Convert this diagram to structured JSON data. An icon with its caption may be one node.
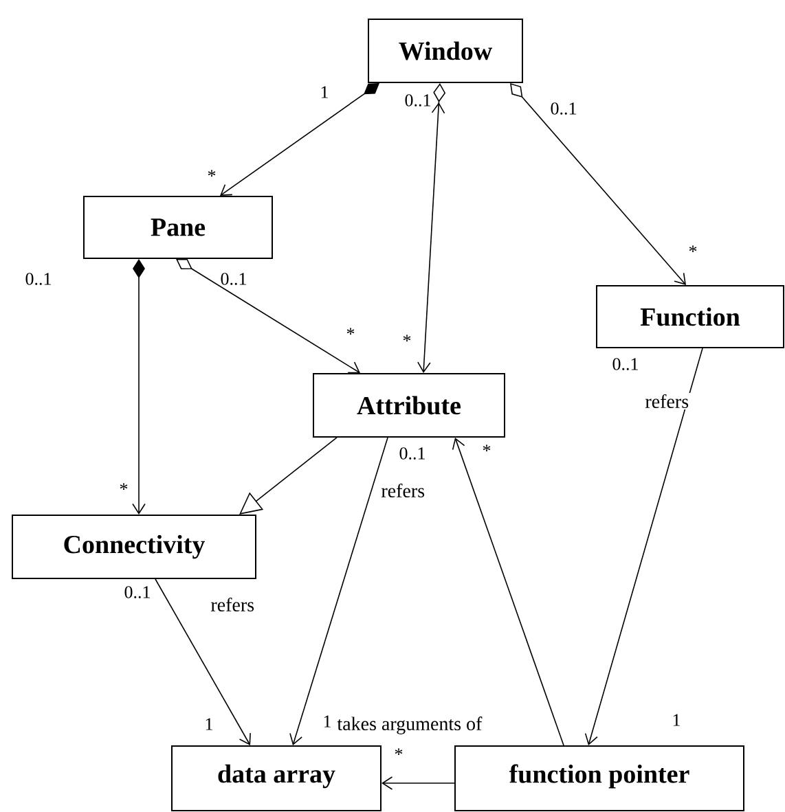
{
  "diagram": {
    "nodes": [
      {
        "text": [
          "Window"
        ]
      },
      {
        "text": [
          "Pane"
        ]
      },
      {
        "text": [
          "Function"
        ]
      },
      {
        "text": [
          "Attribute"
        ]
      },
      {
        "text": [
          "Connectivity"
        ]
      },
      {
        "text": [
          "data array"
        ]
      },
      {
        "text": [
          "function pointer"
        ]
      }
    ],
    "edges": [
      {
        "from": 0,
        "to": 1,
        "arrow": "to"
      },
      {
        "from": 0,
        "to": 3,
        "arrow": "both"
      },
      {
        "from": 0,
        "to": 2,
        "arrow": "to"
      },
      {
        "from": 1,
        "to": 4,
        "arrow": "to"
      },
      {
        "from": 1,
        "to": 3,
        "arrow": "to"
      },
      {
        "from": 3,
        "to": 4,
        "arrow": "to"
      },
      {
        "from": 3,
        "to": 5,
        "arrow": "to",
        "label": "refers"
      },
      {
        "from": 4,
        "to": 5,
        "arrow": "to",
        "label": "refers"
      },
      {
        "from": 2,
        "to": 6,
        "arrow": "to",
        "label": "refers"
      },
      {
        "from": 6,
        "to": 3,
        "arrow": "to"
      },
      {
        "from": 6,
        "to": 5,
        "arrow": "to",
        "label": "takes arguments of"
      }
    ],
    "labels": [
      "1",
      "0..1",
      "0..1",
      "*",
      "*",
      "0..1",
      "0..1",
      "*",
      "*",
      "0..1",
      "0..1",
      "*",
      "*",
      "0..1",
      "1",
      "1",
      "1",
      "*"
    ]
  }
}
